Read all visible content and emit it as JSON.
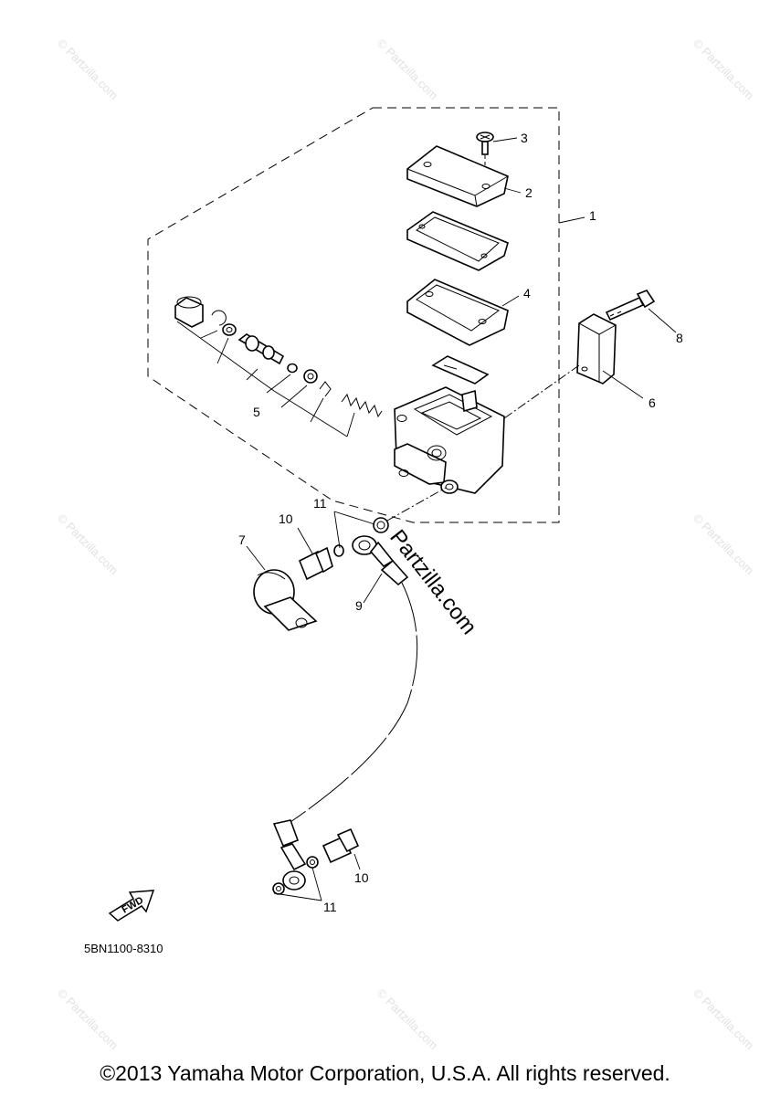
{
  "watermark": "© Partzilla.com",
  "center_watermark": "Partzilla.com",
  "callouts": {
    "c1": "1",
    "c2": "2",
    "c3": "3",
    "c4": "4",
    "c5": "5",
    "c6": "6",
    "c7": "7",
    "c8": "8",
    "c9": "9",
    "c10a": "10",
    "c10b": "10",
    "c11a": "11",
    "c11b": "11"
  },
  "fwd_label": "FWD",
  "diagram_code": "5BN1100-8310",
  "copyright": "©2013 Yamaha Motor Corporation, U.S.A. All rights reserved."
}
